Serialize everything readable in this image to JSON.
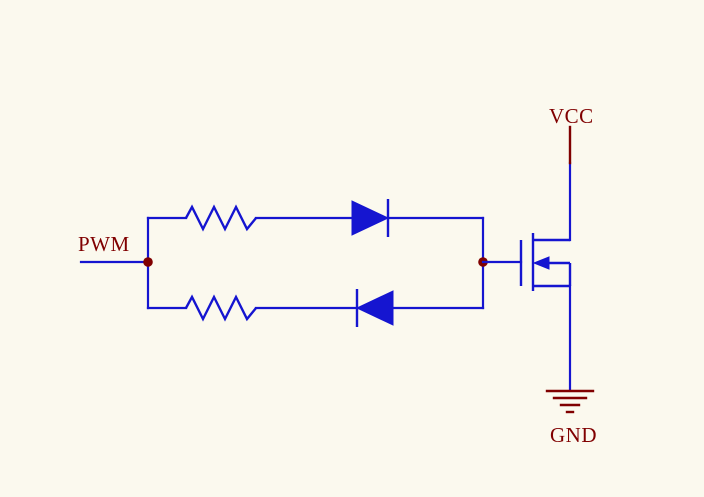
{
  "diagram": {
    "type": "circuit-schematic",
    "labels": {
      "pwm": "PWM",
      "vcc": "VCC",
      "gnd": "GND"
    },
    "colors": {
      "background": "#FBF9EE",
      "wire": "#1515D0",
      "power": "#800000"
    },
    "components": [
      {
        "type": "resistor",
        "branch": "top"
      },
      {
        "type": "diode",
        "branch": "top",
        "direction": "right"
      },
      {
        "type": "resistor",
        "branch": "bottom"
      },
      {
        "type": "diode",
        "branch": "bottom",
        "direction": "left"
      },
      {
        "type": "n-channel-mosfet",
        "gate_net": "PWM",
        "drain_net": "VCC",
        "source_net": "GND"
      },
      {
        "type": "power-port",
        "net": "VCC"
      },
      {
        "type": "ground-symbol",
        "net": "GND"
      }
    ]
  }
}
